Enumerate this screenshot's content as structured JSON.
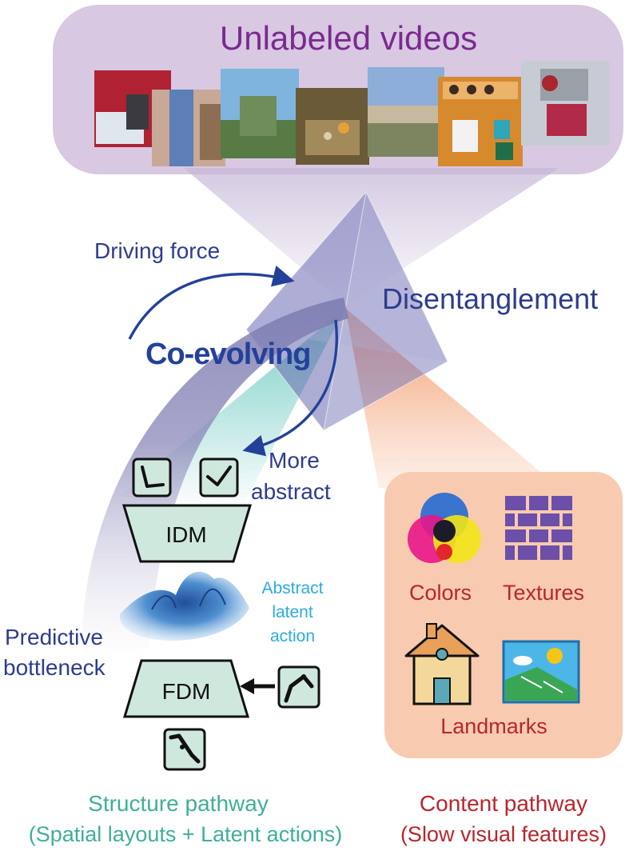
{
  "colors": {
    "title_purple": "#7a2a8e",
    "header_panel": "#d8c8e2",
    "navy_text": "#2e3c8c",
    "arrow_blue": "#23419a",
    "teal_text": "#3fae9c",
    "red_text": "#b8262c",
    "content_panel": "#f8cbb0",
    "module_fill": "#cfe8de",
    "cyan_text": "#29abe2"
  },
  "header": {
    "title": "Unlabeled videos"
  },
  "labels": {
    "driving_force": "Driving force",
    "disentanglement": "Disentanglement",
    "co_evolving": "Co-evolving",
    "more": "More",
    "abstract": "abstract",
    "predictive": "Predictive",
    "bottleneck": "bottleneck",
    "abstract_latent_action": [
      "Abstract",
      "latent",
      "action"
    ]
  },
  "modules": {
    "idm": "IDM",
    "fdm": "FDM"
  },
  "icons": [
    "arm-bent-icon",
    "arm-wave-icon",
    "robot-arm-icon",
    "robot-arm-alt-icon"
  ],
  "content_panel": {
    "items": [
      {
        "label": "Colors",
        "icon": "color-venn-icon"
      },
      {
        "label": "Textures",
        "icon": "brick-texture-icon"
      },
      {
        "label": "Landmarks",
        "icon": "house-icon"
      }
    ]
  },
  "pathways": {
    "structure": {
      "line1": "Structure pathway",
      "line2": "(Spatial layouts + Latent actions)"
    },
    "content": {
      "line1": "Content pathway",
      "line2": "(Slow visual features)"
    }
  }
}
